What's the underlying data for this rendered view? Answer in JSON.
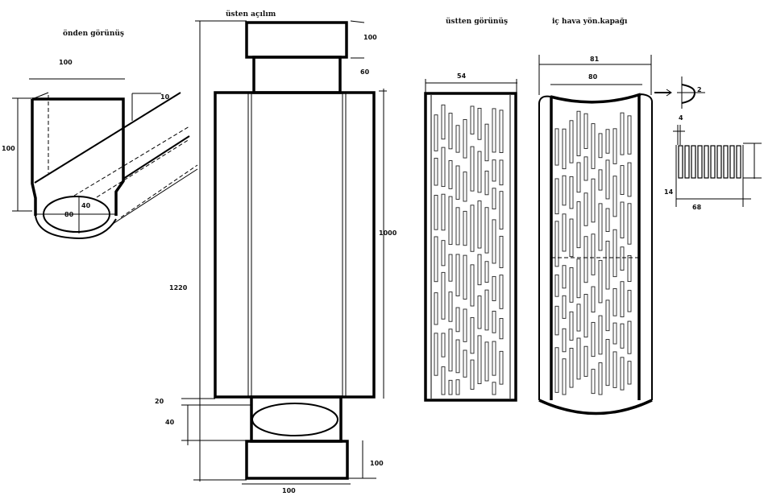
{
  "titles": {
    "front_view": "önden görünüş",
    "top_unfold": "üsten açılım",
    "top_view": "üstten görünüş",
    "inner_air_cover": "iç hava yön.kapağı"
  },
  "front_view_dims": {
    "width": "100",
    "height": "100",
    "flange": "10",
    "oval_height": "40",
    "oval_width": "80"
  },
  "unfold_dims": {
    "top_cap": "100",
    "top_neck": "60",
    "body": "1000",
    "total": "1220",
    "bottom_gap": "20",
    "bottom_neck": "40",
    "bottom_cap": "100",
    "bottom_width": "100"
  },
  "top_view_dims": {
    "width": "54"
  },
  "cover_dims": {
    "outer": "81",
    "inner": "80",
    "lip": "2",
    "slot": "4",
    "slot_height": "14",
    "slot_length": "68"
  }
}
